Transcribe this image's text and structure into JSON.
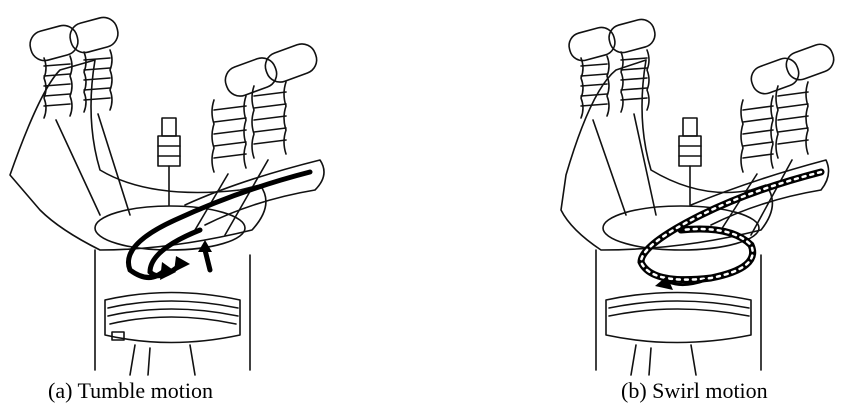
{
  "figures": [
    {
      "id": "a",
      "caption": "(a) Tumble motion"
    },
    {
      "id": "b",
      "caption": "(b) Swirl motion"
    }
  ]
}
